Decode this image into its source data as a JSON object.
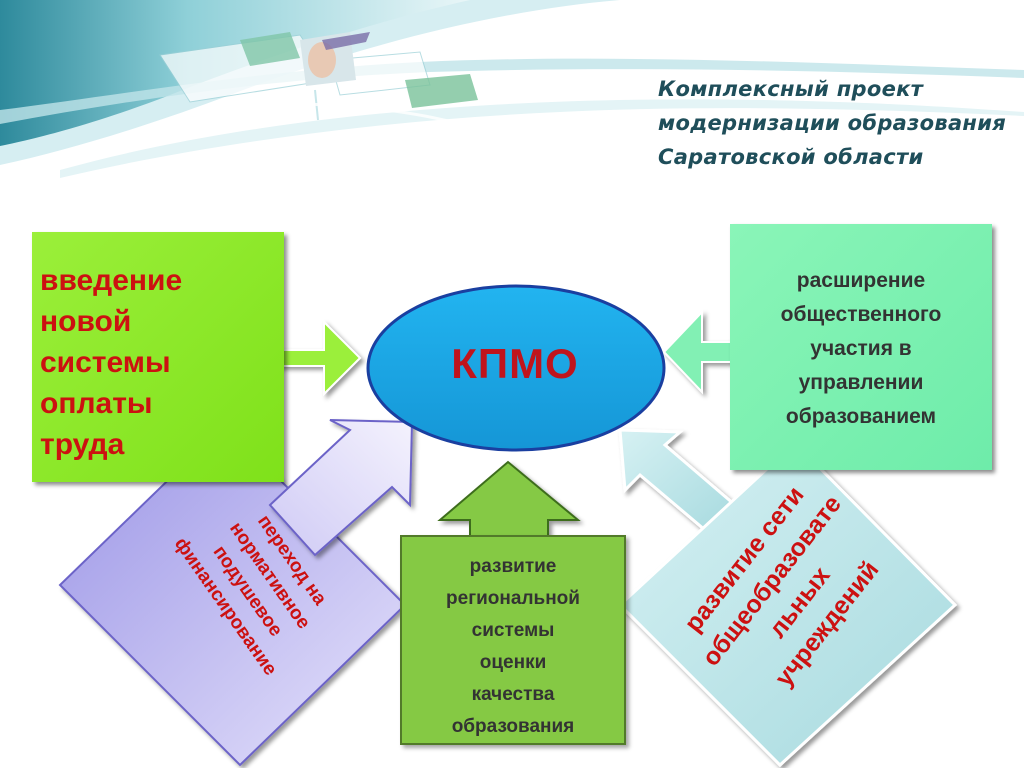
{
  "header": {
    "title_lines": [
      "Комплексный проект",
      "модернизации образования",
      "Саратовской области"
    ]
  },
  "diagram": {
    "center": {
      "label": "КПМО",
      "fill": "#1aa9e8",
      "stroke": "#1a3fa0"
    },
    "boxes": {
      "top_left": {
        "lines": [
          "введение",
          "новой",
          "системы",
          "оплаты",
          "труда"
        ],
        "fill": "#86e626",
        "text_color": "#cc1111"
      },
      "top_right": {
        "lines": [
          "расширение",
          "общественного",
          "участия в",
          "управлении",
          "образованием"
        ],
        "fill": "#7df0b2",
        "text_color": "#333333"
      },
      "bottom_center": {
        "lines": [
          "развитие",
          "региональной",
          "системы",
          "оценки",
          "качества",
          "образования"
        ],
        "fill": "#85c944",
        "text_color": "#333333"
      },
      "bottom_left": {
        "lines": [
          "переход на",
          "нормативное",
          "подушевое",
          "финансирование"
        ],
        "fill": "#c8c4f2",
        "text_color": "#cc1111"
      },
      "bottom_right": {
        "lines": [
          "развитие сети",
          "общеобразовате",
          "льных",
          "учреждений"
        ],
        "fill": "#b6e2e6",
        "text_color": "#cc1111"
      }
    }
  }
}
